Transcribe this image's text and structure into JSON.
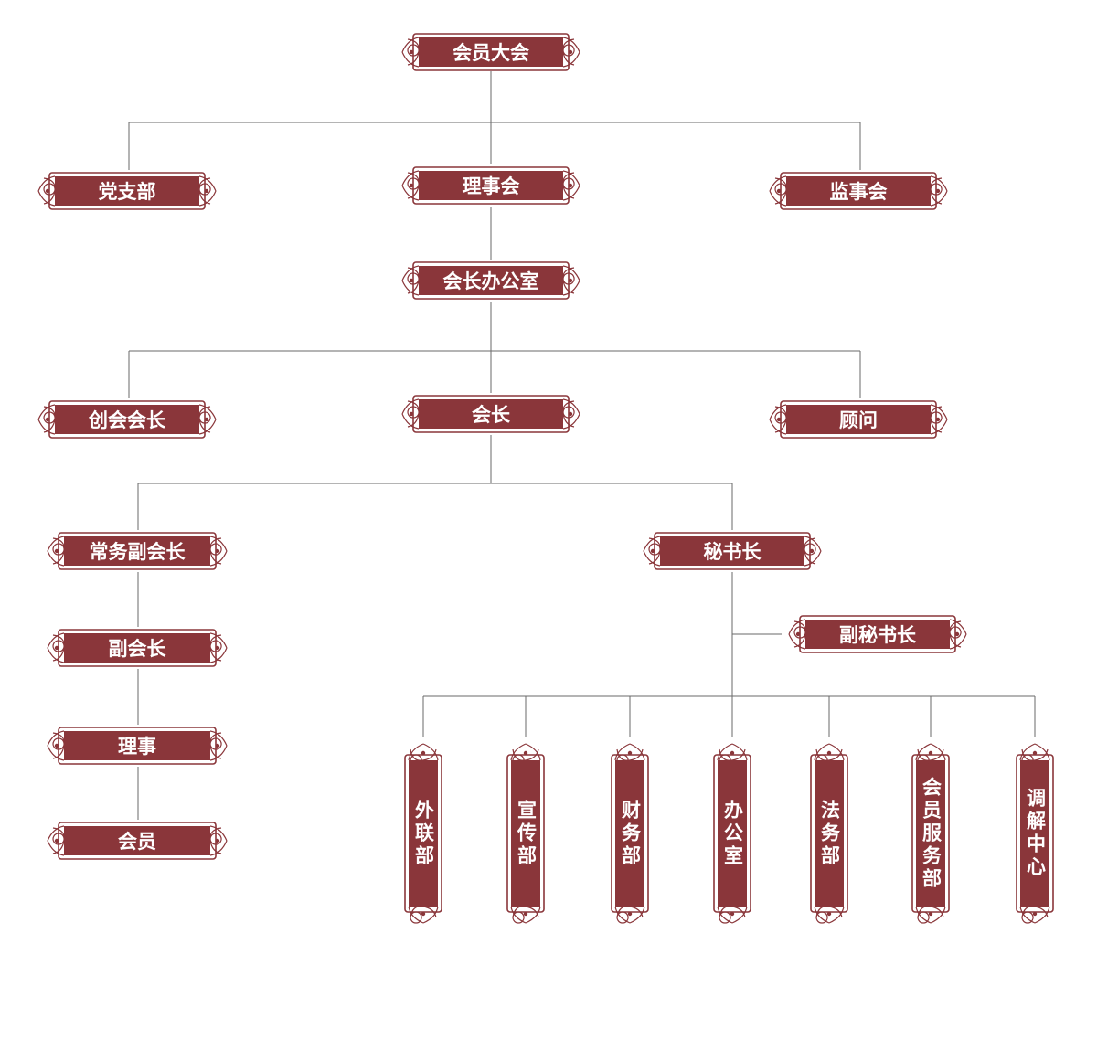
{
  "nodes": {
    "assembly": "会员大会",
    "party": "党支部",
    "council": "理事会",
    "supervisors": "监事会",
    "president_office": "会长办公室",
    "founding_president": "创会会长",
    "president": "会长",
    "advisor": "顾问",
    "exec_vp": "常务副会长",
    "secretary_general": "秘书长",
    "vice_secretary": "副秘书长",
    "vp": "副会长",
    "director": "理事",
    "member": "会员",
    "dept_liaison": "外联部",
    "dept_publicity": "宣传部",
    "dept_finance": "财务部",
    "dept_office": "办公室",
    "dept_legal": "法务部",
    "dept_member_service": "会员服务部",
    "dept_mediation": "调解中心"
  },
  "colors": {
    "plaque": "#8a363a",
    "line": "#6a6a6a",
    "text": "#ffffff"
  }
}
